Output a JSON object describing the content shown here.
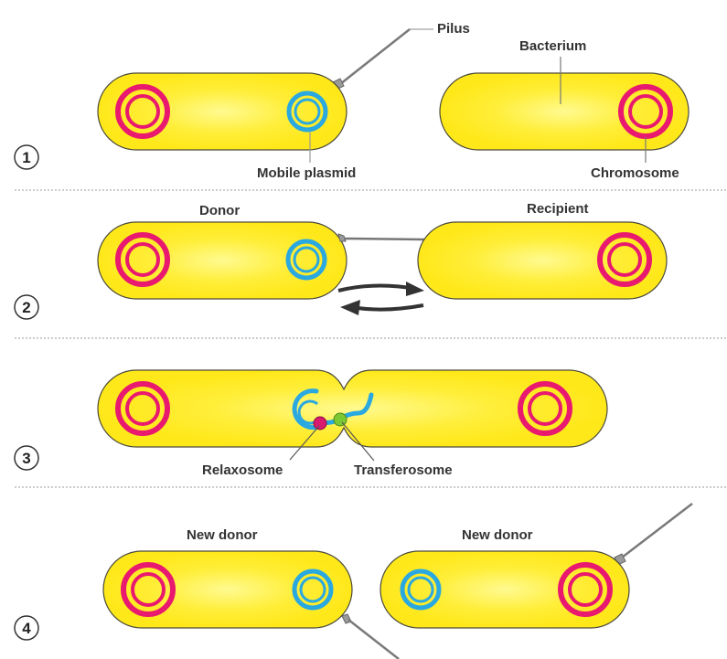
{
  "diagram": {
    "title": "Bacterial conjugation",
    "colors": {
      "cell_fill": "#FFE81A",
      "cell_center": "#FFFA90",
      "cell_outline": "#4a4a3a",
      "chromosome": "#E8196E",
      "plasmid": "#2AA8E0",
      "pilus": "#808080",
      "relaxosome": "#D81A6E",
      "transferosome": "#7CC832",
      "divider": "#bbbbbb"
    },
    "steps": [
      {
        "number": "1",
        "labels": {
          "pilus": "Pilus",
          "bacterium": "Bacterium",
          "mobile_plasmid": "Mobile plasmid",
          "chromosome": "Chromosome"
        }
      },
      {
        "number": "2",
        "labels": {
          "donor": "Donor",
          "recipient": "Recipient"
        }
      },
      {
        "number": "3",
        "labels": {
          "relaxosome": "Relaxosome",
          "transferosome": "Transferosome"
        }
      },
      {
        "number": "4",
        "labels": {
          "new_donor_left": "New donor",
          "new_donor_right": "New donor"
        }
      }
    ]
  }
}
